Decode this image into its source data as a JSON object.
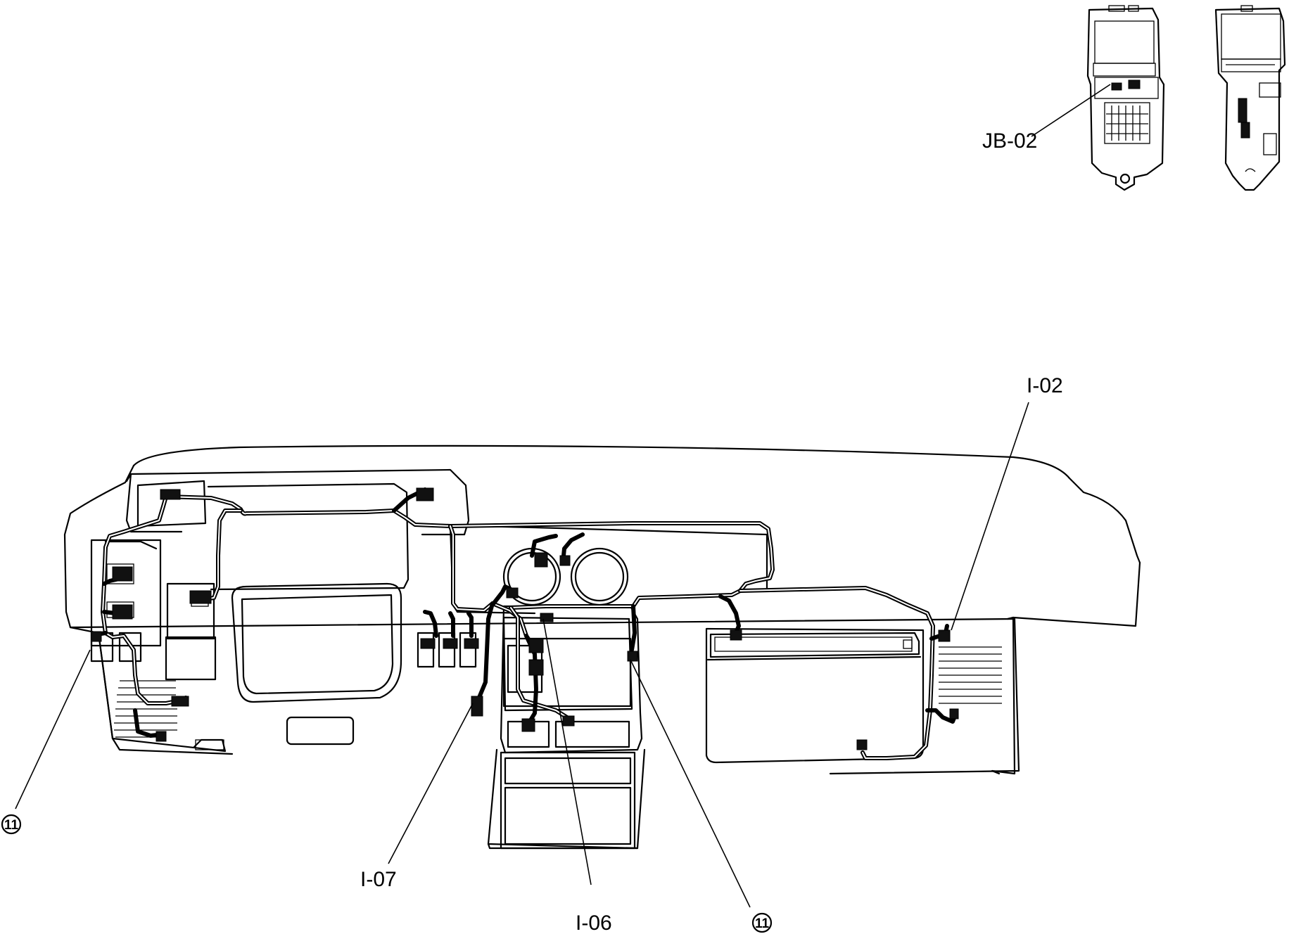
{
  "labels": {
    "jb02": "JB-02",
    "i02": "I-02",
    "i07": "I-07",
    "i06": "I-06",
    "ground_left": "11",
    "ground_right": "11"
  }
}
